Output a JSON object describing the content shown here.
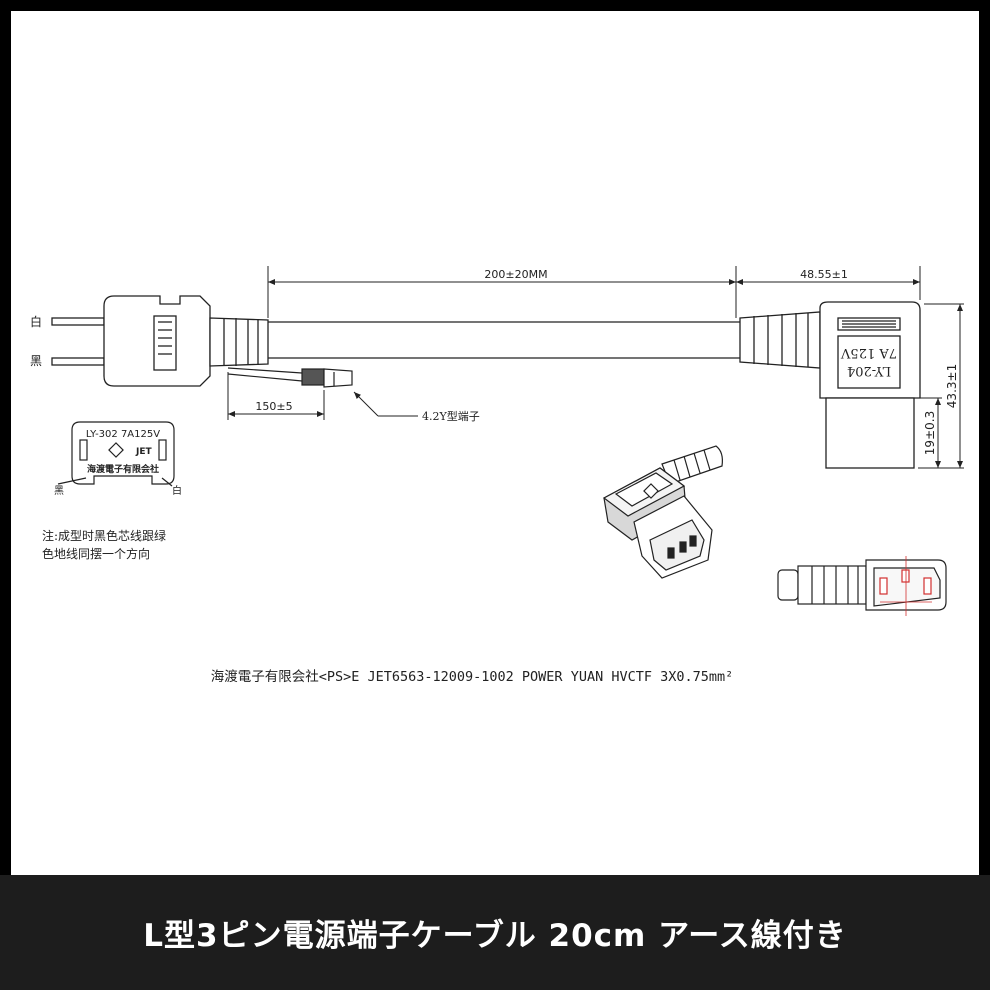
{
  "dimensions": {
    "cable_length": "200±20MM",
    "connector_length": "48.55±1",
    "ground_lead_length": "150±5",
    "connector_height": "43.3±1",
    "socket_height": "19±0.3"
  },
  "labels": {
    "white_wire": "白",
    "black_wire": "黑",
    "terminal": "4.2Y型端子"
  },
  "plug_marking": {
    "model_rating": "LY-302  7A125V",
    "cert": "JET",
    "maker": "海渡電子有限会社",
    "black_side": "黑",
    "white_side": "白"
  },
  "connector_marking": {
    "model": "LY-204",
    "rating": "7A 125V"
  },
  "note": {
    "line1": "注:成型时黑色芯线跟绿",
    "line2": "色地线同摆一个方向"
  },
  "spec_line": "海渡電子有限会社<PS>E JET6563-12009-1002 POWER YUAN HVCTF 3X0.75mm²",
  "banner": {
    "title": "L型3ピン電源端子ケーブル 20cm アース線付き"
  },
  "colors": {
    "background": "#000000",
    "drawing_bg": "#ffffff",
    "line": "#222222",
    "banner_bg": "#1d1d1d",
    "banner_text": "#ffffff",
    "pin_marker": "#d23030"
  }
}
